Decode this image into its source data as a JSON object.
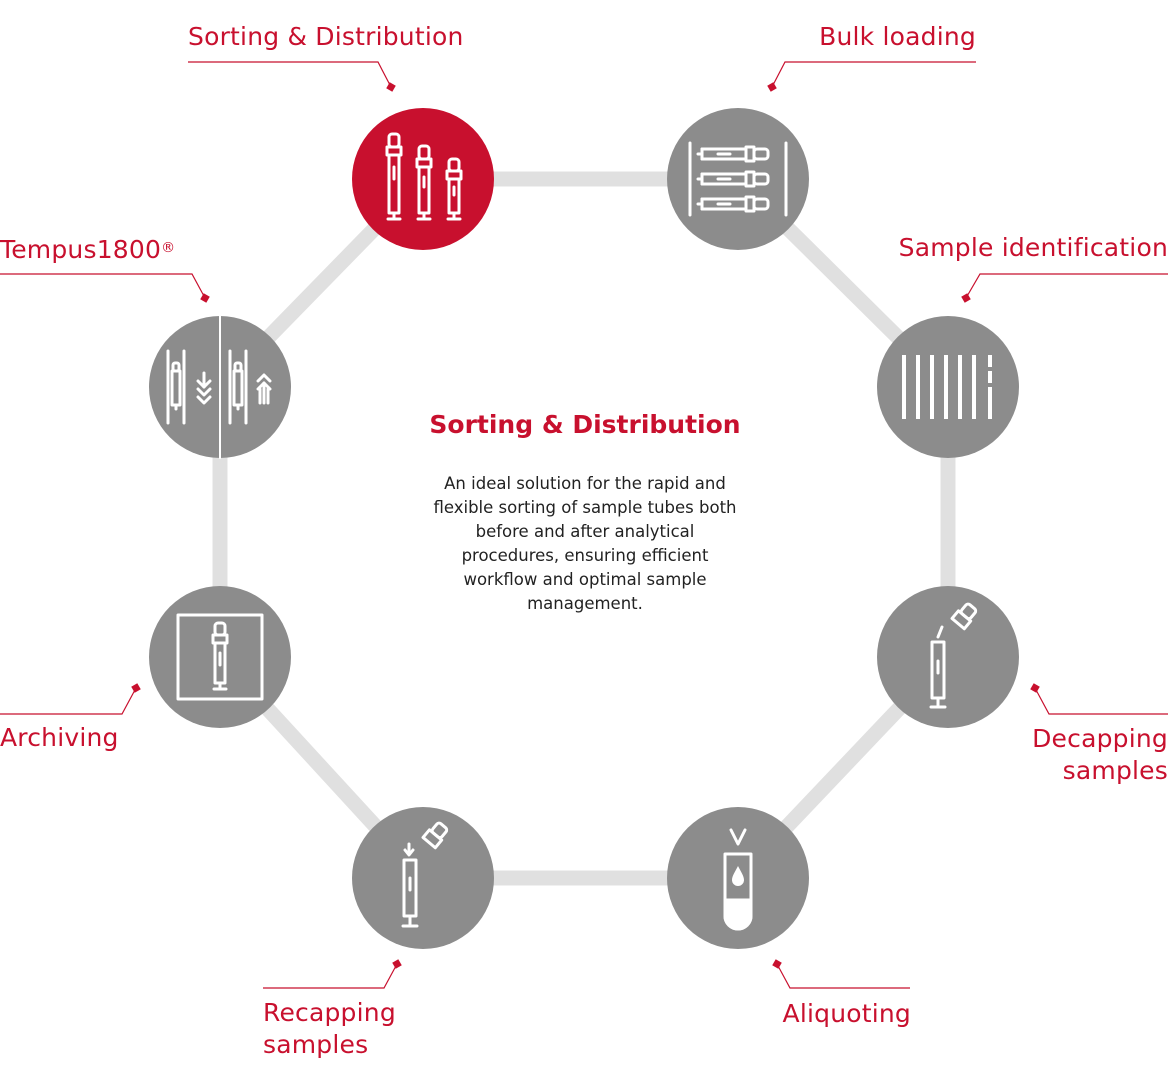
{
  "colors": {
    "accent": "#c8102e",
    "node_fill": "#8c8c8c",
    "connector": "#e0e0e0",
    "icon_stroke": "#ffffff"
  },
  "active_node": "sorting",
  "nodes": [
    {
      "id": "sorting",
      "label": "Sorting & Distribution",
      "icon": "three-tubes-icon"
    },
    {
      "id": "bulk",
      "label": "Bulk loading",
      "icon": "tube-rack-icon"
    },
    {
      "id": "identification",
      "label": "Sample identification",
      "icon": "barcode-icon"
    },
    {
      "id": "decapping",
      "label_lines": [
        "Decapping",
        "samples"
      ],
      "icon": "decap-tube-icon"
    },
    {
      "id": "aliquoting",
      "label": "Aliquoting",
      "icon": "aliquot-tube-icon"
    },
    {
      "id": "recapping",
      "label_lines": [
        "Recapping",
        "samples"
      ],
      "icon": "recap-tube-icon"
    },
    {
      "id": "archiving",
      "label": "Archiving",
      "icon": "archive-tube-icon"
    },
    {
      "id": "tempus",
      "label": "Tempus1800",
      "label_sup": "®",
      "icon": "tube-transfer-icon"
    }
  ],
  "center": {
    "title": "Sorting & Distribution",
    "description": "An ideal solution for the rapid and flexible sorting of sample tubes both before and after analytical procedures, ensuring efficient workflow and optimal sample management."
  }
}
